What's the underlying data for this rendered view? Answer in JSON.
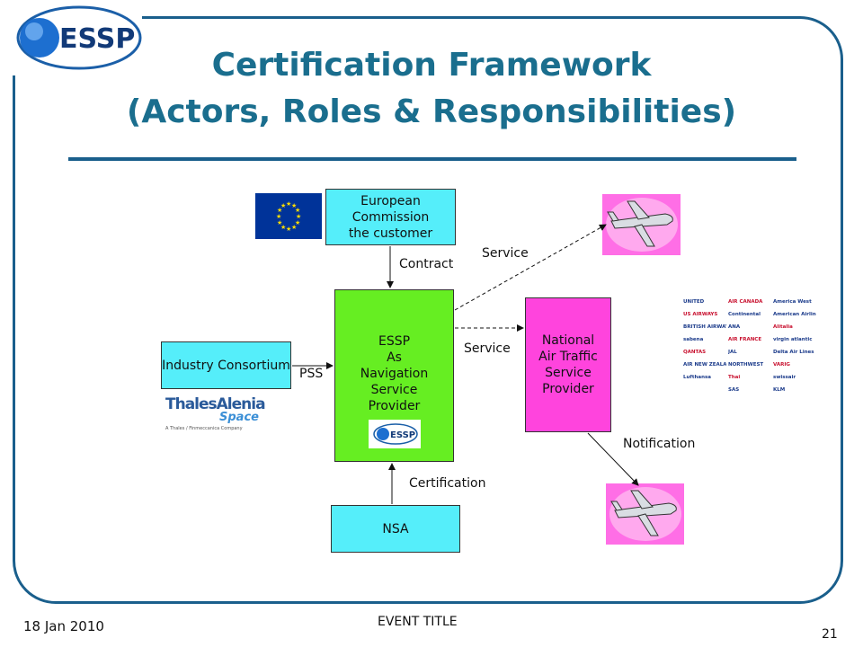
{
  "logo": {
    "text": "ESSP"
  },
  "title": {
    "line1": "Certification Framework",
    "line2": "(Actors, Roles & Responsibilities)"
  },
  "diagram": {
    "ec_box": [
      "European",
      "Commission",
      "the customer"
    ],
    "essp_box": [
      "ESSP",
      "As",
      "Navigation",
      "Service",
      "Provider"
    ],
    "essp_logo_text": "ESSP",
    "industry_box": "Industry Consortium",
    "natsp_box": [
      "National",
      "Air Traffic",
      "Service",
      "Provider"
    ],
    "nsa_box": "NSA",
    "labels": {
      "contract": "Contract",
      "service_top": "Service",
      "service_mid": "Service",
      "pss": "PSS",
      "certification": "Certification",
      "notification": "Notification"
    },
    "thales": {
      "line1": "ThalesAlenia",
      "line2": "Space",
      "tagline": "A Thales / Finmeccanica Company"
    },
    "airlines": [
      [
        "UNITED",
        "AIR CANADA",
        "America West"
      ],
      [
        "US AIRWAYS",
        "Continental",
        "American Airlines"
      ],
      [
        "BRITISH AIRWAYS",
        "ANA",
        "Alitalia"
      ],
      [
        "sabena",
        "AIR FRANCE",
        "virgin atlantic"
      ],
      [
        "QANTAS",
        "JAL",
        "Delta Air Lines"
      ],
      [
        "AIR NEW ZEALAND",
        "NORTHWEST",
        "VARIG"
      ],
      [
        "Lufthansa",
        "Thai",
        "swissair"
      ],
      [
        "",
        "SAS",
        "KLM"
      ]
    ],
    "colors": {
      "cyan": "#55eefa",
      "green": "#66ee22",
      "magenta": "#ff44dd",
      "frame": "#1a5f8c",
      "title": "#1a6e8e"
    }
  },
  "footer": {
    "date": "18 Jan 2010",
    "event": "EVENT TITLE",
    "page": "21"
  }
}
